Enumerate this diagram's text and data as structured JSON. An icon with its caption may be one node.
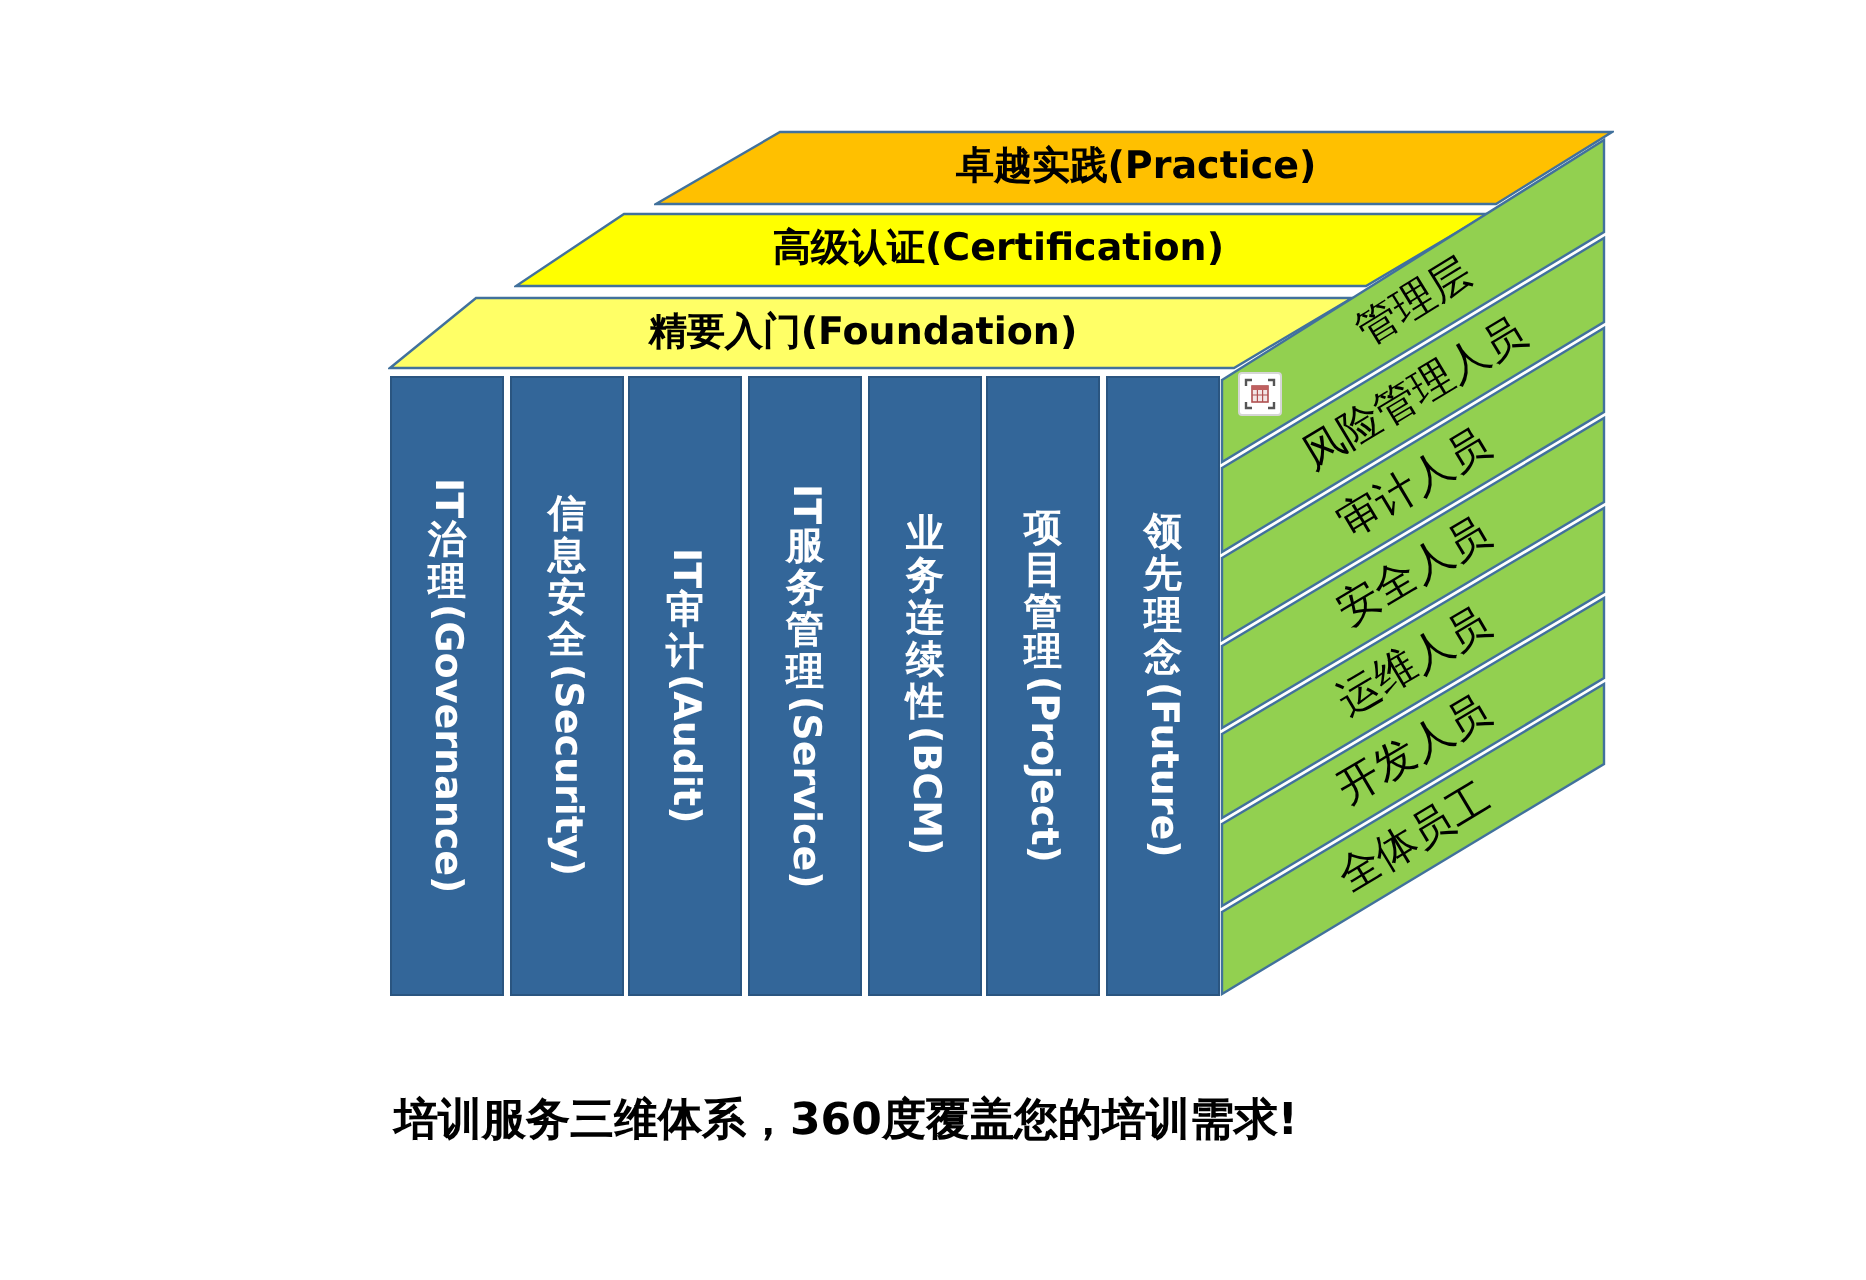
{
  "diagram": {
    "caption": "培训服务三维体系，360度覆盖您的培训需求!",
    "nodes": [
      {
        "text": [
          "卓越实践(Practice)"
        ]
      },
      {
        "text": [
          "高级认证(Certification)"
        ]
      },
      {
        "text": [
          "精要入门(Foundation)"
        ]
      },
      {
        "text": [
          "IT治理(Governance)"
        ]
      },
      {
        "text": [
          "信息安全(Security)"
        ]
      },
      {
        "text": [
          "IT审计(Audit)"
        ]
      },
      {
        "text": [
          "IT服务管理(Service)"
        ]
      },
      {
        "text": [
          "业务连续性(BCM)"
        ]
      },
      {
        "text": [
          "项目管理(Project)"
        ]
      },
      {
        "text": [
          "领先理念(Future)"
        ]
      },
      {
        "text": [
          "管理层"
        ]
      },
      {
        "text": [
          "风险管理人员"
        ]
      },
      {
        "text": [
          "审计人员"
        ]
      },
      {
        "text": [
          "安全人员"
        ]
      },
      {
        "text": [
          "运维人员"
        ]
      },
      {
        "text": [
          "开发人员"
        ]
      },
      {
        "text": [
          "全体员工"
        ]
      }
    ]
  }
}
